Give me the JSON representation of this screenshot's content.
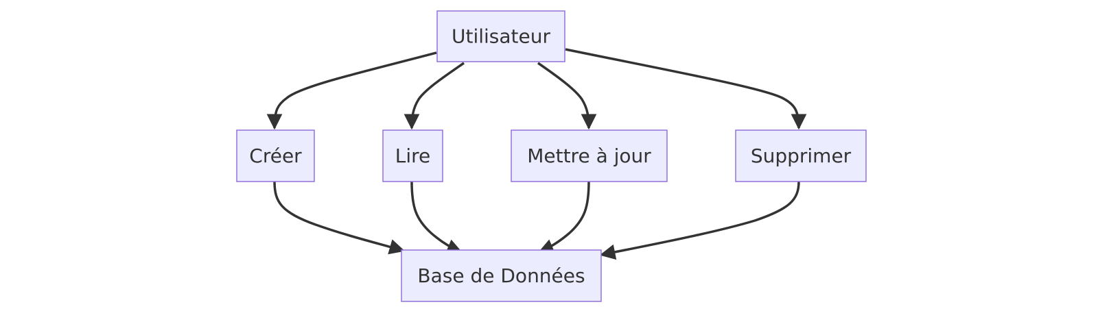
{
  "nodes": {
    "user": "Utilisateur",
    "create": "Créer",
    "read": "Lire",
    "update": "Mettre à jour",
    "delete": "Supprimer",
    "database": "Base de Données"
  },
  "edges": [
    {
      "from": "user",
      "to": "create"
    },
    {
      "from": "user",
      "to": "read"
    },
    {
      "from": "user",
      "to": "update"
    },
    {
      "from": "user",
      "to": "delete"
    },
    {
      "from": "create",
      "to": "database"
    },
    {
      "from": "read",
      "to": "database"
    },
    {
      "from": "update",
      "to": "database"
    },
    {
      "from": "delete",
      "to": "database"
    }
  ],
  "colors": {
    "node_fill": "#ececff",
    "node_border": "#9370db",
    "edge": "#333333",
    "text": "#333333"
  }
}
